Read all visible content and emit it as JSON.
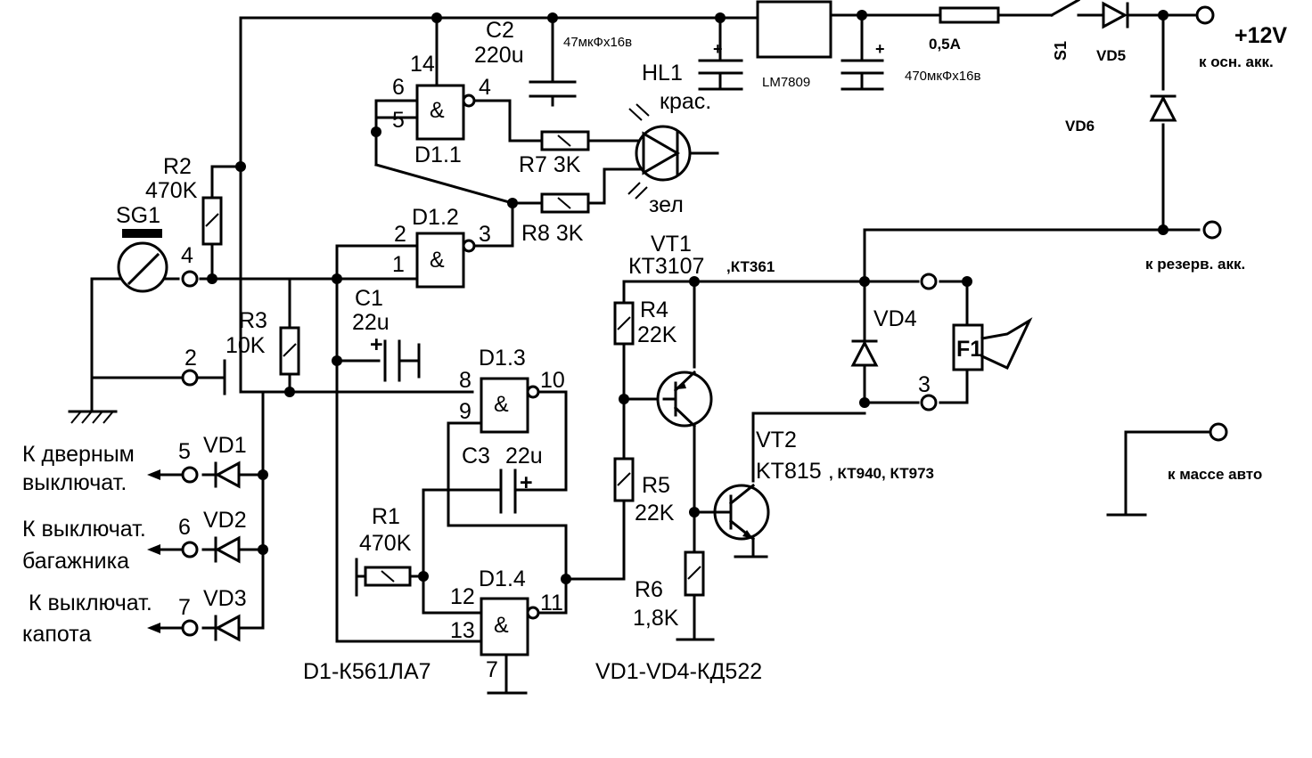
{
  "labels": {
    "c2": "C2",
    "c2_val": "220u",
    "c2_note": "47мкФх16в",
    "lm": "LM7809",
    "c_out_note": "470мкФх16в",
    "fuse": "0,5A",
    "s1": "S1",
    "vd5": "VD5",
    "v12": "+12V",
    "osn": "к осн. акк.",
    "vd6": "VD6",
    "rezerv": "к резерв. акк.",
    "massa": "к массе авто",
    "hl1": "HL1",
    "kras": "крас.",
    "zel": "зел",
    "r7": "R7 3K",
    "r8": "R8 3K",
    "d11": "D1.1",
    "d12": "D1.2",
    "d13": "D1.3",
    "d14": "D1.4",
    "pin14": "14",
    "pin6": "6",
    "pin5": "5",
    "pin4a": "4",
    "pin2": "2",
    "pin1": "1",
    "pin3": "3",
    "pin8": "8",
    "pin9": "9",
    "pin10": "10",
    "pin12": "12",
    "pin13": "13",
    "pin11": "11",
    "pin7": "7",
    "amp": "&",
    "r2": "R2",
    "r2_val": "470K",
    "sg1": "SG1",
    "sg_pin4": "4",
    "sg_pin2": "2",
    "r3": "R3",
    "r3_val": "10K",
    "c1": "C1",
    "c1_val": "22u",
    "c3": "C3",
    "c3_val": "22u",
    "r1": "R1",
    "r1_val": "470K",
    "vt1": "VT1",
    "vt1_type": "КТ3107",
    "vt1_alt": ",КТ361",
    "r4": "R4",
    "r4_val": "22K",
    "r5": "R5",
    "r5_val": "22K",
    "r6": "R6",
    "r6_val": "1,8K",
    "vt2": "VT2",
    "vt2_type": "KT815",
    "vt2_alt": ", КТ940, КТ973",
    "vd4": "VD4",
    "f1": "F1",
    "f1_pin3": "3",
    "door_pin": "5",
    "vd1": "VD1",
    "door_l1": "К дверным",
    "door_l2": "выключат.",
    "trunk_pin": "6",
    "vd2": "VD2",
    "trunk_l1": "К выключат.",
    "trunk_l2": "багажника",
    "hood_pin": "7",
    "vd3": "VD3",
    "hood_l1": "К выключат.",
    "hood_l2": "капота",
    "d1_chip": "D1-К561ЛА7",
    "diodes": "VD1-VD4-КД522",
    "plus": "+"
  }
}
